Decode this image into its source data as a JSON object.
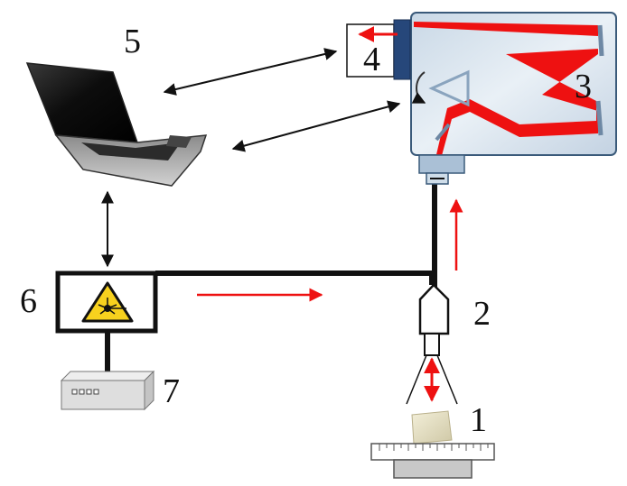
{
  "labels": {
    "sample": "1",
    "probe": "2",
    "spectrometer": "3",
    "detector": "4",
    "laptop": "5",
    "laser": "6",
    "power_supply": "7"
  },
  "colors": {
    "beam": "#ee1111",
    "cable": "#111111",
    "spectrometer_body": "#d9e4ef",
    "spectrometer_edge": "#3a5a7a",
    "warning_yellow": "#f7d11e"
  },
  "icons": {
    "laser_warning": "laser-warning-icon",
    "laptop": "laptop-icon",
    "power_supply": "power-supply-icon",
    "sample": "sample-cube-icon",
    "rotate": "rotate-arrow-icon"
  }
}
